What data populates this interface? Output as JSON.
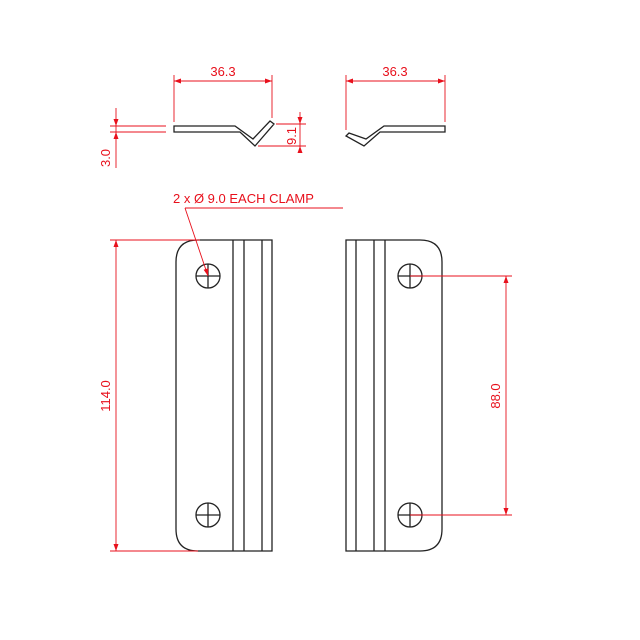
{
  "colors": {
    "dimension": "#e8101c",
    "part_outline": "#222222",
    "background": "#ffffff"
  },
  "dimensions": {
    "left_top_width": "36.3",
    "right_top_width": "36.3",
    "thickness": "3.0",
    "bend_height": "9.1",
    "hole_callout": "2 x Ø 9.0 EACH CLAMP",
    "overall_length": "114.0",
    "hole_spacing": "88.0"
  }
}
